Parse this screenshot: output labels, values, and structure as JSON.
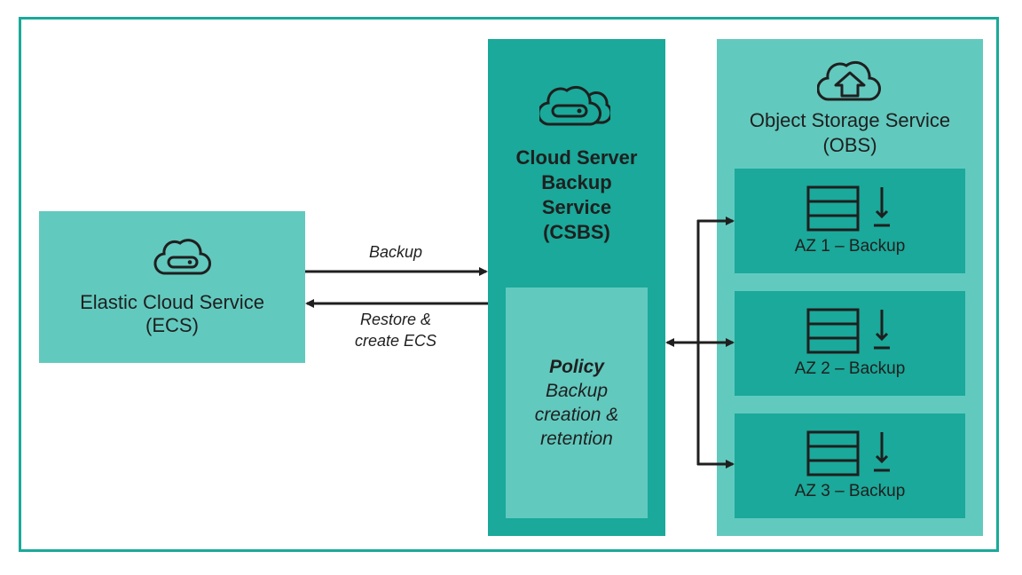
{
  "ecs": {
    "title_line1": "Elastic Cloud Service",
    "title_line2": "(ECS)",
    "icon": "server-cloud-icon"
  },
  "csbs": {
    "title_lines": [
      "Cloud Server",
      "Backup",
      "Service",
      "(CSBS)"
    ],
    "icon": "server-cloud-icon",
    "policy": {
      "title": "Policy",
      "desc_lines": [
        "Backup",
        "creation &",
        "retention"
      ]
    }
  },
  "obs": {
    "title_line1": "Object Storage Service",
    "title_line2": "(OBS)",
    "icon": "cloud-upload-icon",
    "zones": [
      {
        "label": "AZ 1 – Backup",
        "icon": "storage-download-icon"
      },
      {
        "label": "AZ 2 – Backup",
        "icon": "storage-download-icon"
      },
      {
        "label": "AZ 3 – Backup",
        "icon": "storage-download-icon"
      }
    ]
  },
  "arrows": {
    "backup_label": "Backup",
    "restore_line1": "Restore &",
    "restore_line2": "create ECS"
  },
  "colors": {
    "dark": "#1aa99a",
    "light": "#62c9be",
    "frame": "#1aa99a",
    "ink": "#1f1f1f"
  }
}
